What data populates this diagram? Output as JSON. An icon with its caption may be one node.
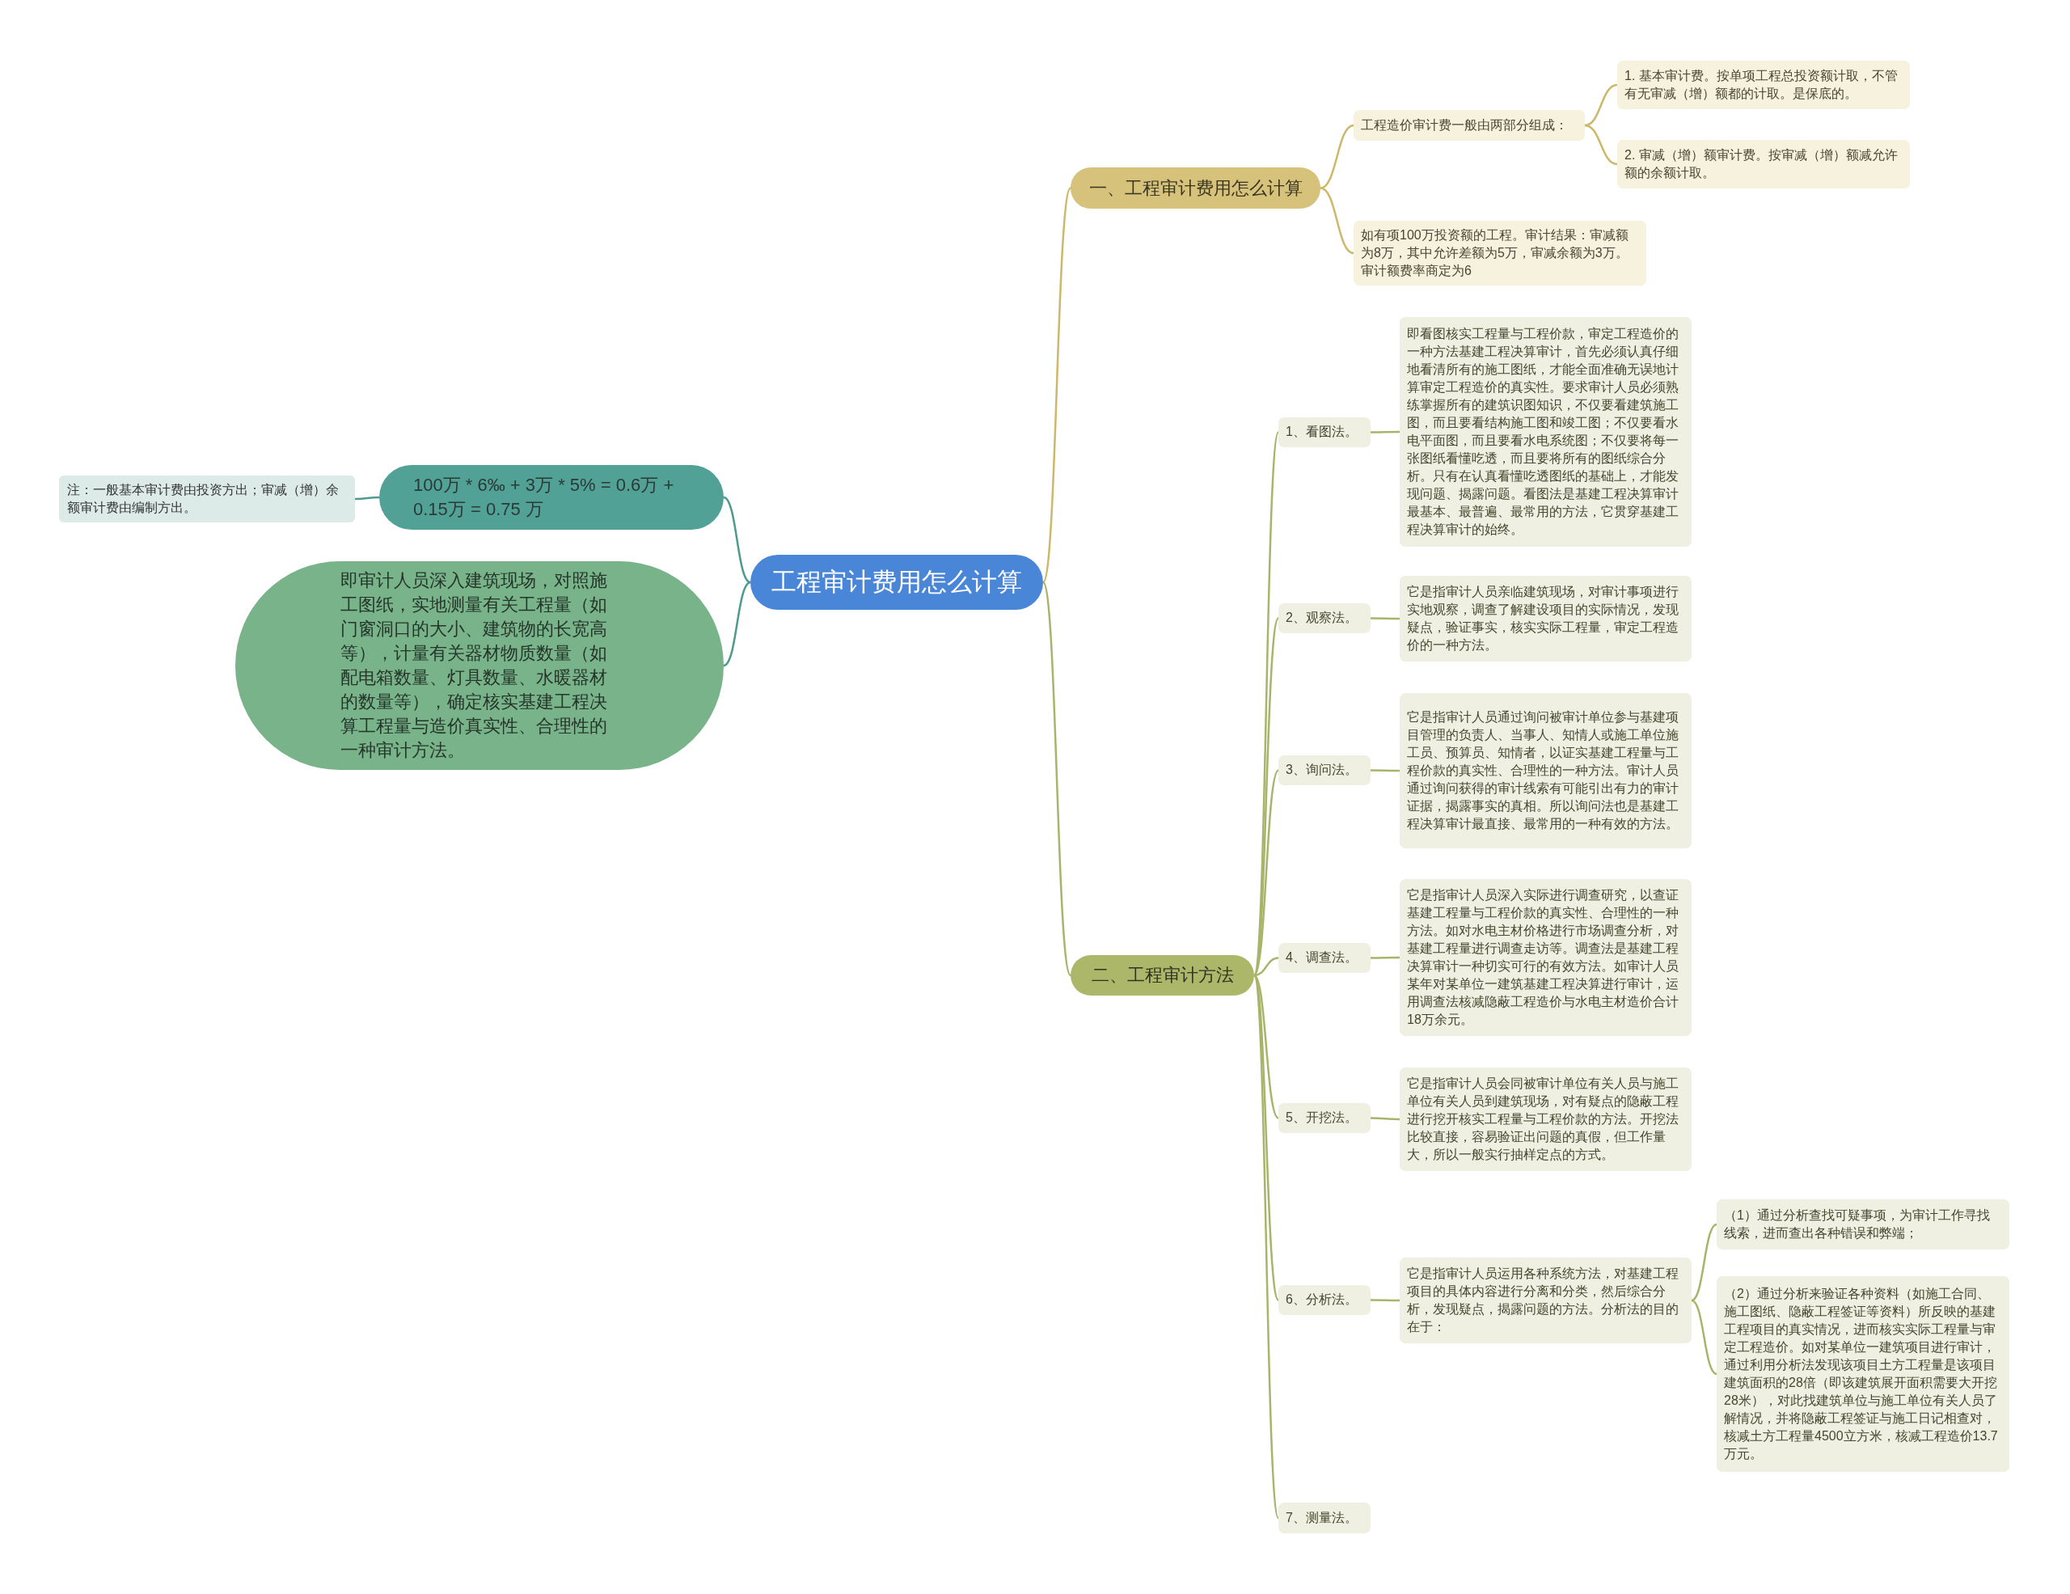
{
  "diagram": {
    "nodes": [
      {
        "text": [
          "工程审计费用怎么计算"
        ]
      },
      {
        "text": [
          "一、工程审计费用怎么计算"
        ]
      },
      {
        "text": [
          "工程造价审计费一般由两部分组成："
        ]
      },
      {
        "text": [
          "1. 基本审计费。按单项工程总投资额计取，不管有无审减（增）额都的计取。是保底的。"
        ]
      },
      {
        "text": [
          "2. 审减（增）额审计费。按审减（增）额减允许额的余额计取。"
        ]
      },
      {
        "text": [
          "如有项100万投资额的工程。审计结果：审减额为8万，其中允许差额为5万，审减余额为3万。审计额费率商定为6"
        ]
      },
      {
        "text": [
          "二、工程审计方法"
        ]
      },
      {
        "text": [
          "1、看图法。"
        ]
      },
      {
        "text": [
          "即看图核实工程量与工程价款，审定工程造价的一种方法基建工程决算审计，首先必须认真仔细地看清所有的施工图纸，才能全面准确无误地计算审定工程造价的真实性。要求审计人员必须熟练掌握所有的建筑识图知识，不仅要看建筑施工图，而且要看结构施工图和竣工图；不仅要看水电平面图，而且要看水电系统图；不仅要将每一张图纸看懂吃透，而且要将所有的图纸综合分析。只有在认真看懂吃透图纸的基础上，才能发现问题、揭露问题。看图法是基建工程决算审计最基本、最普遍、最常用的方法，它贯穿基建工程决算审计的始终。"
        ]
      },
      {
        "text": [
          "2、观察法。"
        ]
      },
      {
        "text": [
          "它是指审计人员亲临建筑现场，对审计事项进行实地观察，调查了解建设项目的实际情况，发现疑点，验证事实，核实实际工程量，审定工程造价的一种方法。"
        ]
      },
      {
        "text": [
          "3、询问法。"
        ]
      },
      {
        "text": [
          "它是指审计人员通过询问被审计单位参与基建项目管理的负责人、当事人、知情人或施工单位施工员、预算员、知情者，以证实基建工程量与工程价款的真实性、合理性的一种方法。审计人员通过询问获得的审计线索有可能引出有力的审计证据，揭露事实的真相。所以询问法也是基建工程决算审计最直接、最常用的一种有效的方法。"
        ]
      },
      {
        "text": [
          "4、调查法。"
        ]
      },
      {
        "text": [
          "它是指审计人员深入实际进行调查研究，以查证基建工程量与工程价款的真实性、合理性的一种方法。如对水电主材价格进行市场调查分析，对基建工程量进行调查走访等。调查法是基建工程决算审计一种切实可行的有效方法。如审计人员某年对某单位一建筑基建工程决算进行审计，运用调查法核减隐蔽工程造价与水电主材造价合计18万余元。"
        ]
      },
      {
        "text": [
          "5、开挖法。"
        ]
      },
      {
        "text": [
          "它是指审计人员会同被审计单位有关人员与施工单位有关人员到建筑现场，对有疑点的隐蔽工程进行挖开核实工程量与工程价款的方法。开挖法比较直接，容易验证出问题的真假，但工作量大，所以一般实行抽样定点的方式。"
        ]
      },
      {
        "text": [
          "6、分析法。"
        ]
      },
      {
        "text": [
          "它是指审计人员运用各种系统方法，对基建工程项目的具体内容进行分离和分类，然后综合分析，发现疑点，揭露问题的方法。分析法的目的在于："
        ]
      },
      {
        "text": [
          "（1）通过分析查找可疑事项，为审计工作寻找线索，进而查出各种错误和弊端；"
        ]
      },
      {
        "text": [
          "（2）通过分析来验证各种资料（如施工合同、施工图纸、隐蔽工程签证等资料）所反映的基建工程项目的真实情况，进而核实实际工程量与审定工程造价。如对某单位一建筑项目进行审计，通过利用分析法发现该项目土方工程量是该项目建筑面积的28倍（即该建筑展开面积需要大开挖28米），对此找建筑单位与施工单位有关人员了解情况，并将隐蔽工程签证与施工日记相查对，核减土方工程量4500立方米，核减工程造价13.7万元。"
        ]
      },
      {
        "text": [
          "7、测量法。"
        ]
      },
      {
        "text": [
          "100万 * 6‰ + 3万 * 5% = 0.6万 + 0.15万 = 0.75 万"
        ]
      },
      {
        "text": [
          "注：一般基本审计费由投资方出；审减（增）余额审计费由编制方出。"
        ]
      },
      {
        "text": [
          "即审计人员深入建筑现场，对照施工图纸，实地测量有关工程量（如门窗洞口的大小、建筑物的长宽高等），计量有关器材物质数量（如配电箱数量、灯具数量、水暖器材的数量等），确定核实基建工程决算工程量与造价真实性、合理性的一种审计方法。"
        ]
      }
    ],
    "edges": [
      {
        "from": 0,
        "to": 1,
        "arrow": "none",
        "color": "#cdb769"
      },
      {
        "from": 1,
        "to": 2,
        "arrow": "none",
        "color": "#cdb769"
      },
      {
        "from": 2,
        "to": 3,
        "arrow": "none",
        "color": "#cdb769"
      },
      {
        "from": 2,
        "to": 4,
        "arrow": "none",
        "color": "#cdb769"
      },
      {
        "from": 1,
        "to": 5,
        "arrow": "none",
        "color": "#cdb769"
      },
      {
        "from": 0,
        "to": 6,
        "arrow": "none"
      },
      {
        "from": 6,
        "to": 7,
        "arrow": "none"
      },
      {
        "from": 7,
        "to": 8,
        "arrow": "none"
      },
      {
        "from": 6,
        "to": 9,
        "arrow": "none"
      },
      {
        "from": 9,
        "to": 10,
        "arrow": "none"
      },
      {
        "from": 6,
        "to": 11,
        "arrow": "none"
      },
      {
        "from": 11,
        "to": 12,
        "arrow": "none"
      },
      {
        "from": 6,
        "to": 13,
        "arrow": "none"
      },
      {
        "from": 13,
        "to": 14,
        "arrow": "none"
      },
      {
        "from": 6,
        "to": 15,
        "arrow": "none"
      },
      {
        "from": 15,
        "to": 16,
        "arrow": "none"
      },
      {
        "from": 6,
        "to": 17,
        "arrow": "none"
      },
      {
        "from": 17,
        "to": 18,
        "arrow": "none"
      },
      {
        "from": 18,
        "to": 19,
        "arrow": "none"
      },
      {
        "from": 18,
        "to": 20,
        "arrow": "none"
      },
      {
        "from": 6,
        "to": 21,
        "arrow": "none"
      },
      {
        "from": 0,
        "to": 22,
        "arrow": "none",
        "color": "#4f9a8f"
      },
      {
        "from": 22,
        "to": 23,
        "arrow": "none",
        "color": "#4f9a8f"
      },
      {
        "from": 0,
        "to": 24,
        "arrow": "none",
        "color": "#4f9a8f"
      }
    ]
  }
}
